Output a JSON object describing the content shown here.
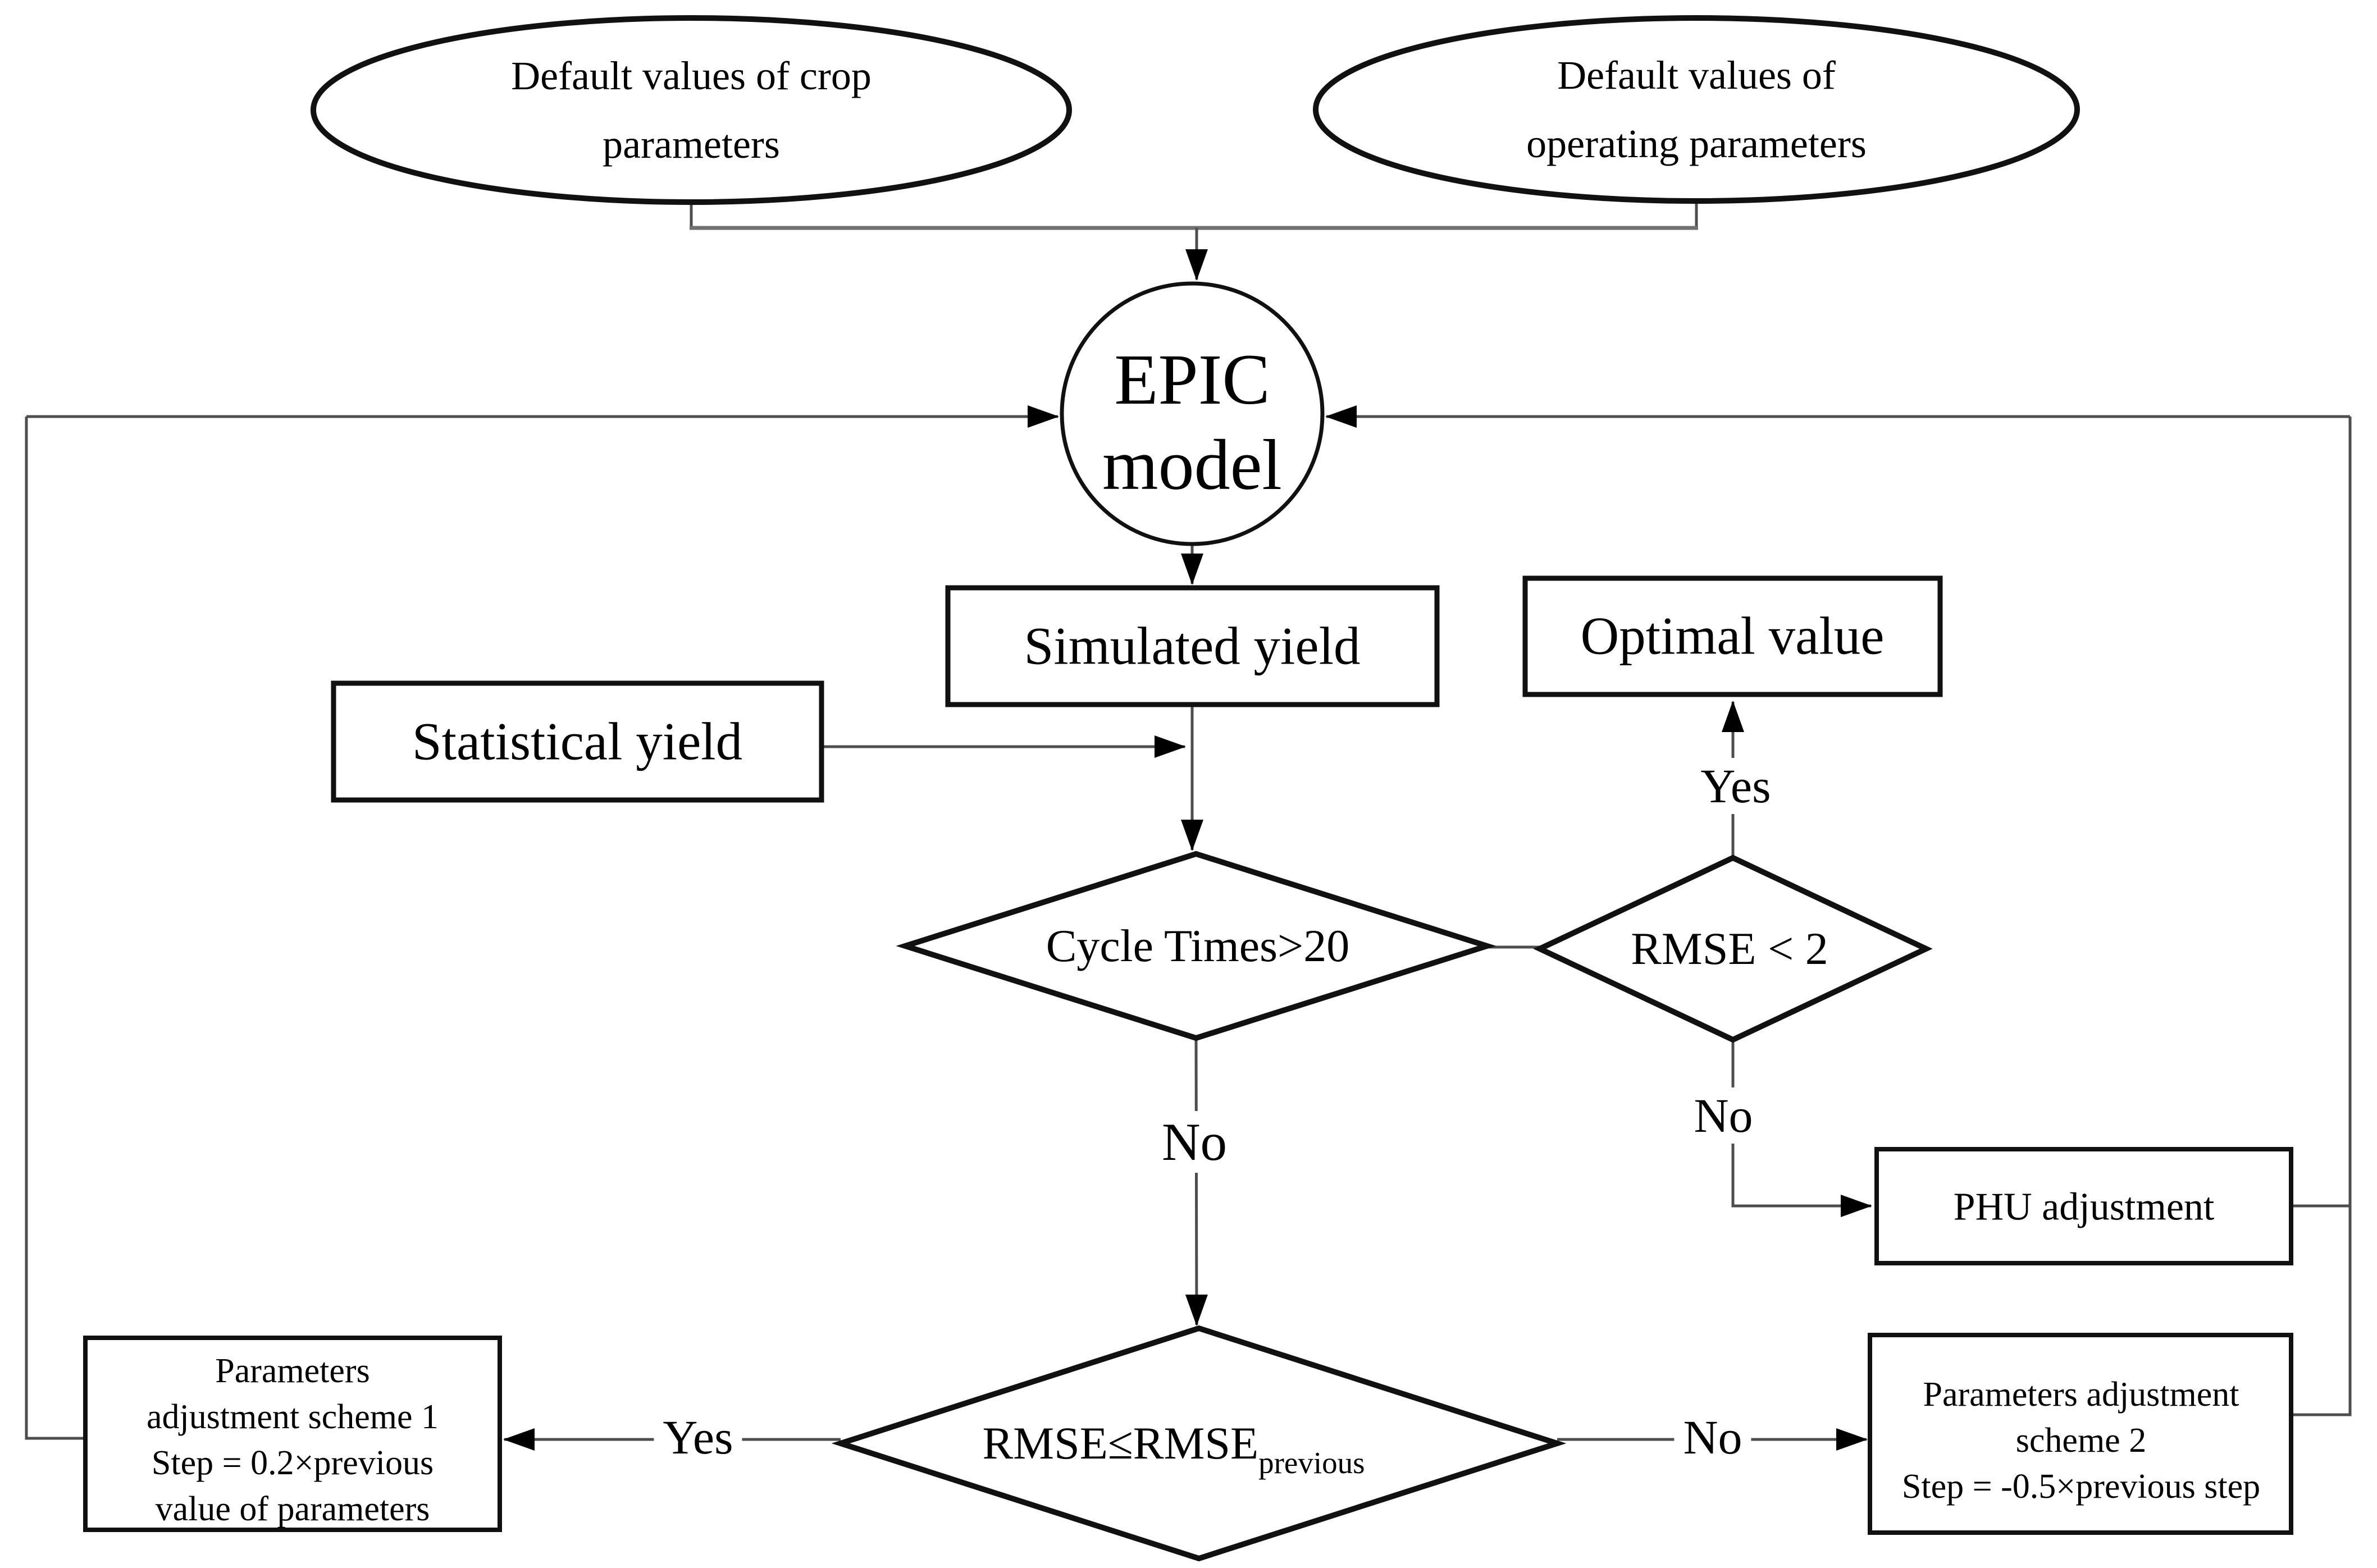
{
  "nodes": {
    "crop_defaults": {
      "line1": "Default values of crop",
      "line2": "parameters"
    },
    "operating_defaults": {
      "line1": "Default values of",
      "line2": "operating parameters"
    },
    "epic_model": {
      "line1": "EPIC",
      "line2": "model"
    },
    "simulated_yield": {
      "label": "Simulated yield"
    },
    "statistical_yield": {
      "label": "Statistical yield"
    },
    "optimal_value": {
      "label": "Optimal value"
    },
    "cycle_times": {
      "label": "Cycle Times>20"
    },
    "rmse_lt_2": {
      "label": "RMSE < 2"
    },
    "phu_adjustment": {
      "label": "PHU adjustment"
    },
    "rmse_le_previous": {
      "main": "RMSE≤RMSE",
      "sub": "previous"
    },
    "scheme1": {
      "lines": [
        "Parameters",
        "adjustment scheme 1",
        "Step = 0.2×previous",
        "value of parameters"
      ]
    },
    "scheme2": {
      "lines": [
        "Parameters adjustment",
        "scheme 2",
        "Step = -0.5×previous step"
      ]
    }
  },
  "edge_labels": {
    "rmse_yes": "Yes",
    "rmse_no": "No",
    "cycle_no": "No",
    "previous_yes": "Yes",
    "previous_no": "No"
  },
  "colors": {
    "background": "#ffffff",
    "shape_stroke": "#111111",
    "connector": "#4d4d4d",
    "merge_line": "#707070",
    "text": "#000000"
  }
}
